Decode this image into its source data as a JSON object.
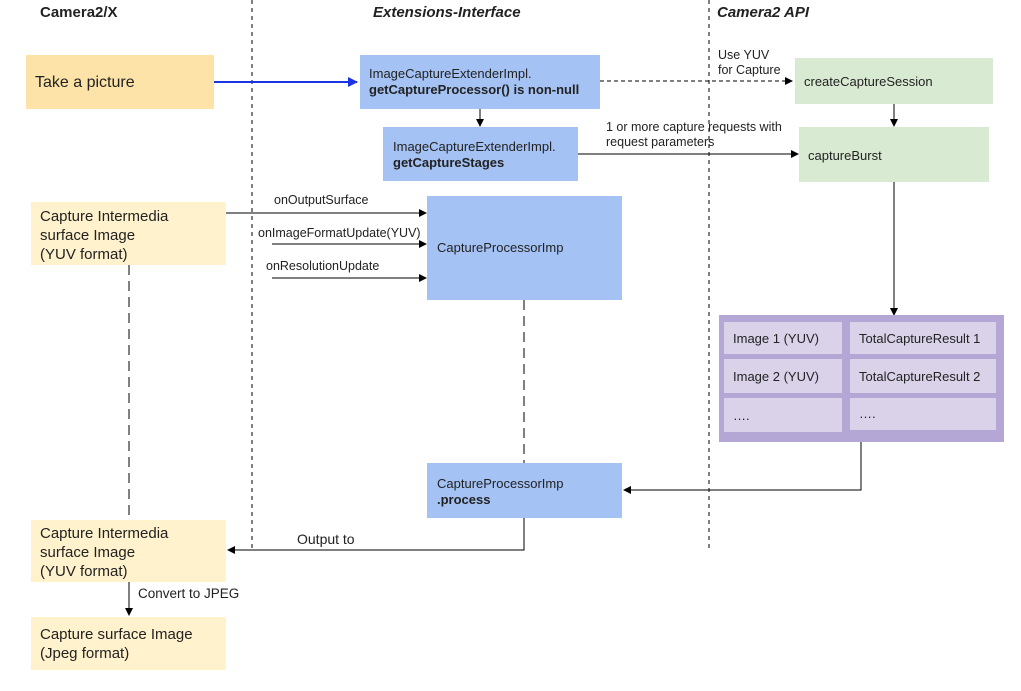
{
  "headers": {
    "camerax": "Camera2/X",
    "extensions": "Extensions-Interface",
    "camera2": "Camera2 API"
  },
  "boxes": {
    "take_picture": "Take a picture",
    "extender1": {
      "line1": "ImageCaptureExtenderImpl.",
      "line2": "getCaptureProcessor() is non-null"
    },
    "extender2": {
      "line1": "ImageCaptureExtenderImpl.",
      "line2": "getCaptureStages"
    },
    "create_session": "createCaptureSession",
    "capture_burst": "captureBurst",
    "intermediate1": {
      "line1": "Capture Intermedia",
      "line2": "surface Image",
      "line3": "(YUV format)"
    },
    "processor": "CaptureProcessorImp",
    "process": {
      "line1": "CaptureProcessorImp",
      "line2": ".process"
    },
    "intermediate2": {
      "line1": "Capture Intermedia",
      "line2": "surface Image",
      "line3": "(YUV format)"
    },
    "surface_jpeg": {
      "line1": "Capture surface Image",
      "line2": "(Jpeg format)"
    }
  },
  "results_grid": {
    "rows": [
      [
        "Image 1 (YUV)",
        "TotalCaptureResult 1"
      ],
      [
        "Image 2 (YUV)",
        "TotalCaptureResult 2"
      ],
      [
        "….",
        "…."
      ]
    ]
  },
  "labels": {
    "use_yuv": {
      "line1": "Use YUV",
      "line2": "for Capture"
    },
    "requests": {
      "line1": "1 or more capture requests with",
      "line2": "request parameters"
    },
    "on_output_surface": "onOutputSurface",
    "on_image_format_update": "onImageFormatUpdate(YUV)",
    "on_resolution_update": "onResolutionUpdate",
    "output_to": "Output to",
    "convert_to_jpeg": "Convert to JPEG"
  },
  "colors": {
    "orange": "#fde3a7",
    "cream": "#fff2cc",
    "blue": "#a4c2f4",
    "green": "#d9ead3",
    "purple": "#b4a7d6",
    "lavender": "#d9d2e9",
    "arrow_blue": "#1a33e6"
  }
}
